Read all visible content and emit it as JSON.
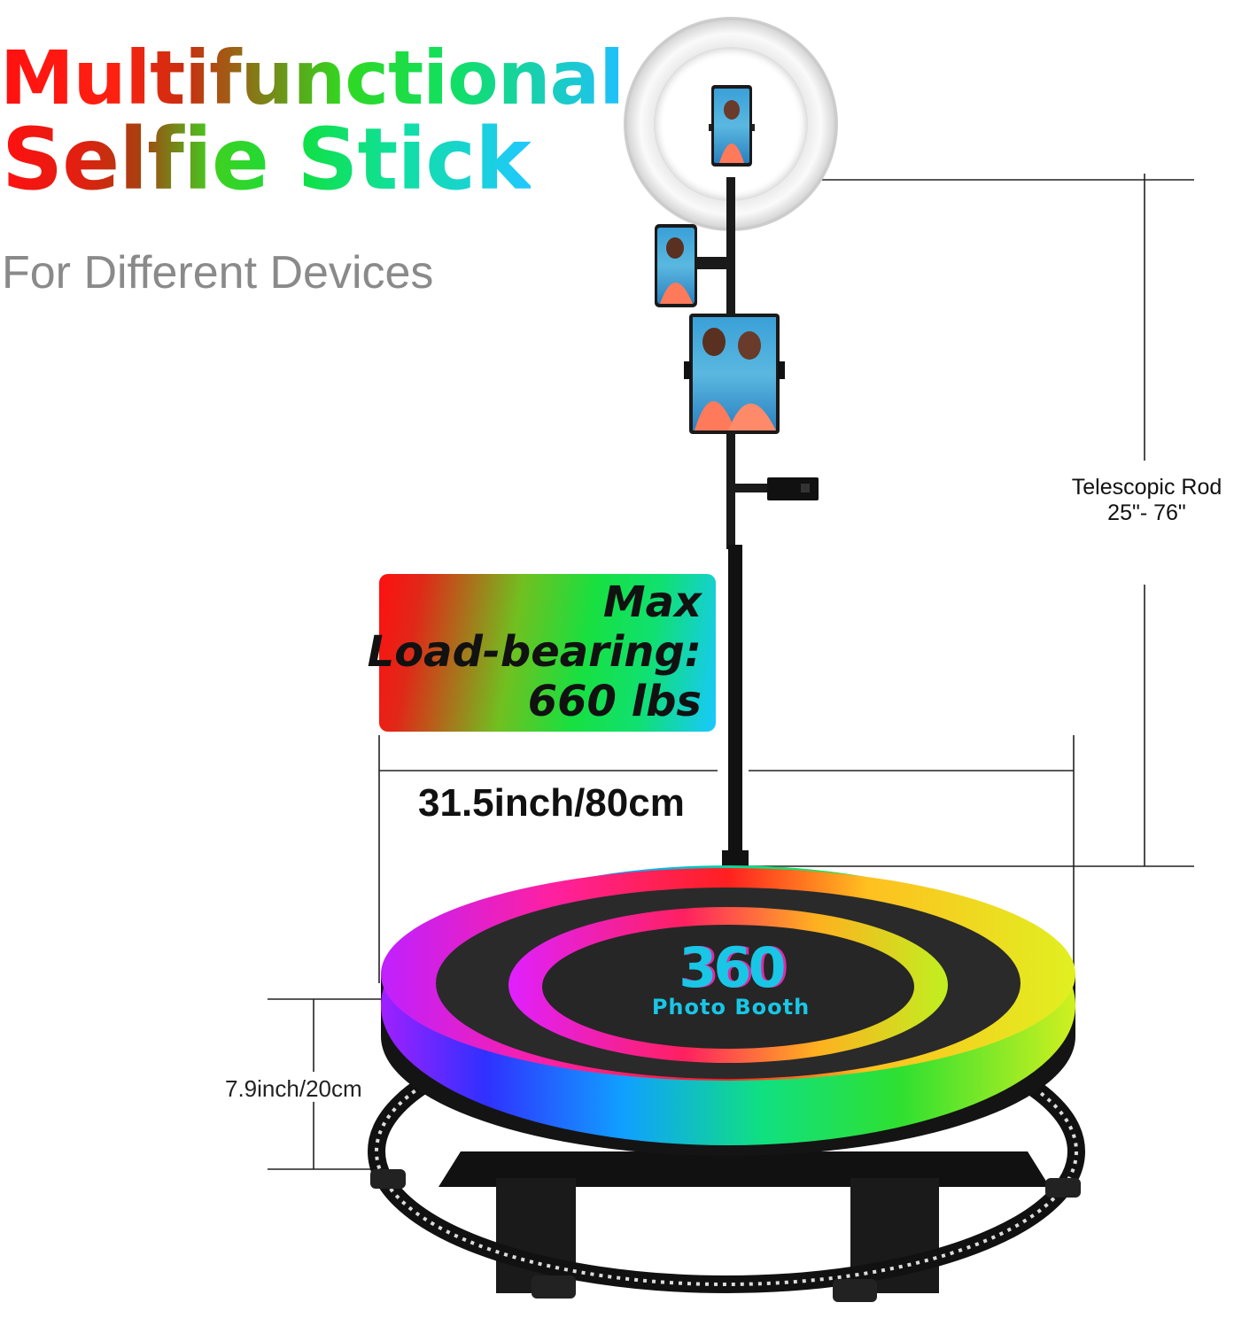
{
  "heading": {
    "line1": "Multifunctional",
    "line2": "Selfie Stick",
    "subtitle": "For Different Devices"
  },
  "callout": {
    "line1": "Max",
    "line2": "Load-bearing:",
    "line3": "660 lbs"
  },
  "dimensions": {
    "platform_width": "31.5inch/80cm",
    "rod_label": "Telescopic Rod",
    "rod_range": "25\"- 76\"",
    "platform_height": "7.9inch/20cm"
  },
  "logo": {
    "number": "360",
    "text": "Photo Booth"
  },
  "colors": {
    "ring_light": "#f5f5f5",
    "platform_top": "#2a2a2a",
    "logo_cyan": "#19c6e6",
    "logo_magenta": "#e02aa8"
  }
}
